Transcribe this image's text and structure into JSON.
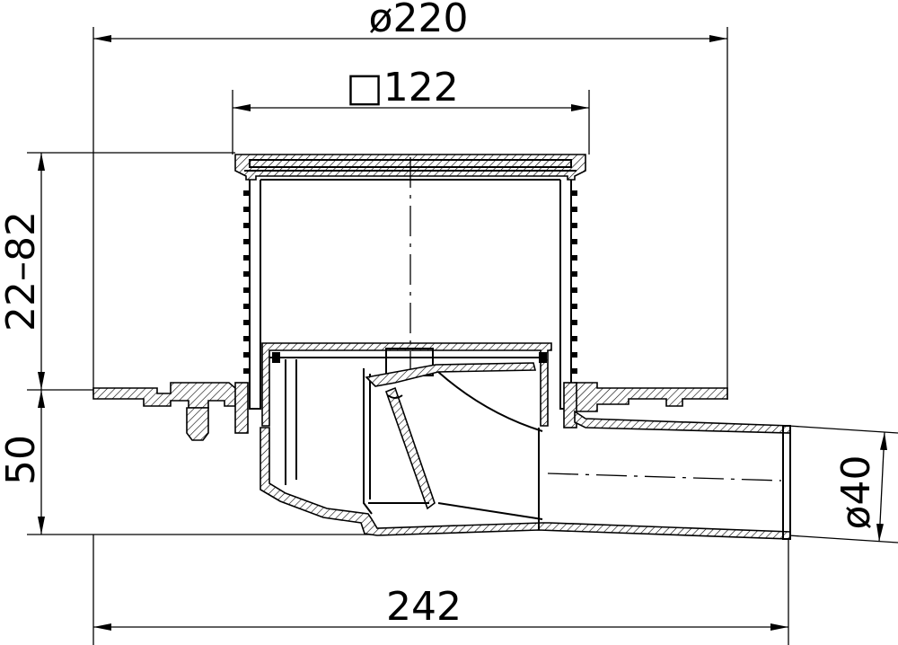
{
  "dimensions": {
    "overall_diameter": "ø220",
    "grate_size": "□122",
    "height_adjust": "22–82",
    "body_height": "50",
    "outlet_diameter": "ø40",
    "overall_length": "242"
  },
  "colors": {
    "line": "#000000",
    "background": "#ffffff"
  }
}
